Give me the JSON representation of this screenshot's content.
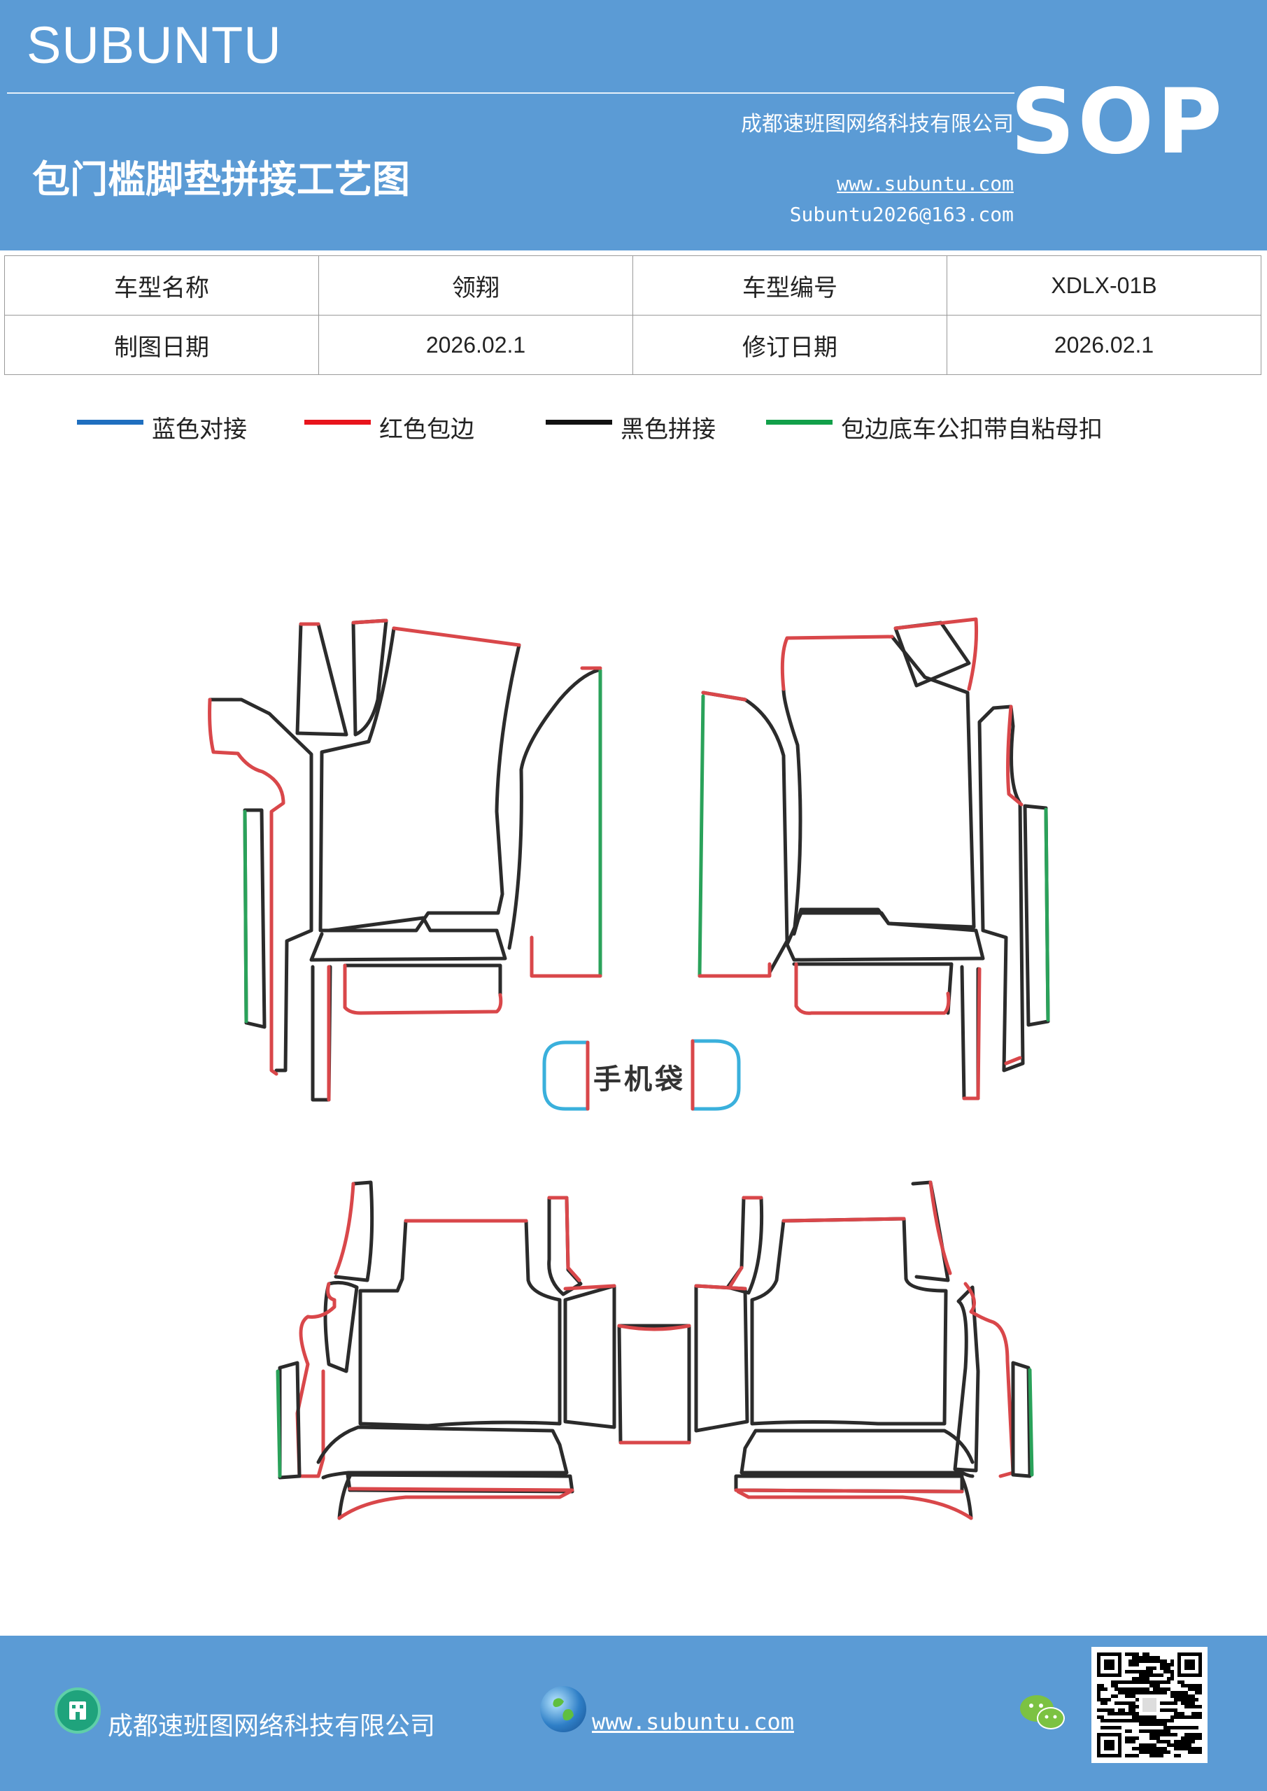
{
  "header": {
    "brand": "SUBUNTU",
    "company": "成都速班图网络科技有限公司",
    "title": "包门槛脚垫拼接工艺图",
    "website": "www.subuntu.com",
    "email": "Subuntu2026@163.com",
    "badge": "SOP"
  },
  "info": {
    "model_name_label": "车型名称",
    "model_name": "领翔",
    "model_code_label": "车型编号",
    "model_code": "XDLX-01B",
    "draw_date_label": "制图日期",
    "draw_date": "2026.02.1",
    "revise_date_label": "修订日期",
    "revise_date": "2026.02.1"
  },
  "legend": [
    {
      "label": "蓝色对接",
      "color": "#1f6fbf"
    },
    {
      "label": "红色包边",
      "color": "#e8141c"
    },
    {
      "label": "黑色拼接",
      "color": "#111111"
    },
    {
      "label": "包边底车公扣带自粘母扣",
      "color": "#12a04a"
    }
  ],
  "diagram": {
    "phone_pocket_label": "手机袋",
    "stroke_colors": {
      "seam": "#2b2b2b",
      "binding": "#d9474a",
      "velcro": "#2aa25a",
      "butt_joint": "#3ab0dc"
    }
  },
  "footer": {
    "company": "成都速班图网络科技有限公司",
    "website": "www.subuntu.com",
    "icons": [
      "building-icon",
      "globe-icon",
      "wechat-icon",
      "qr-code"
    ]
  }
}
